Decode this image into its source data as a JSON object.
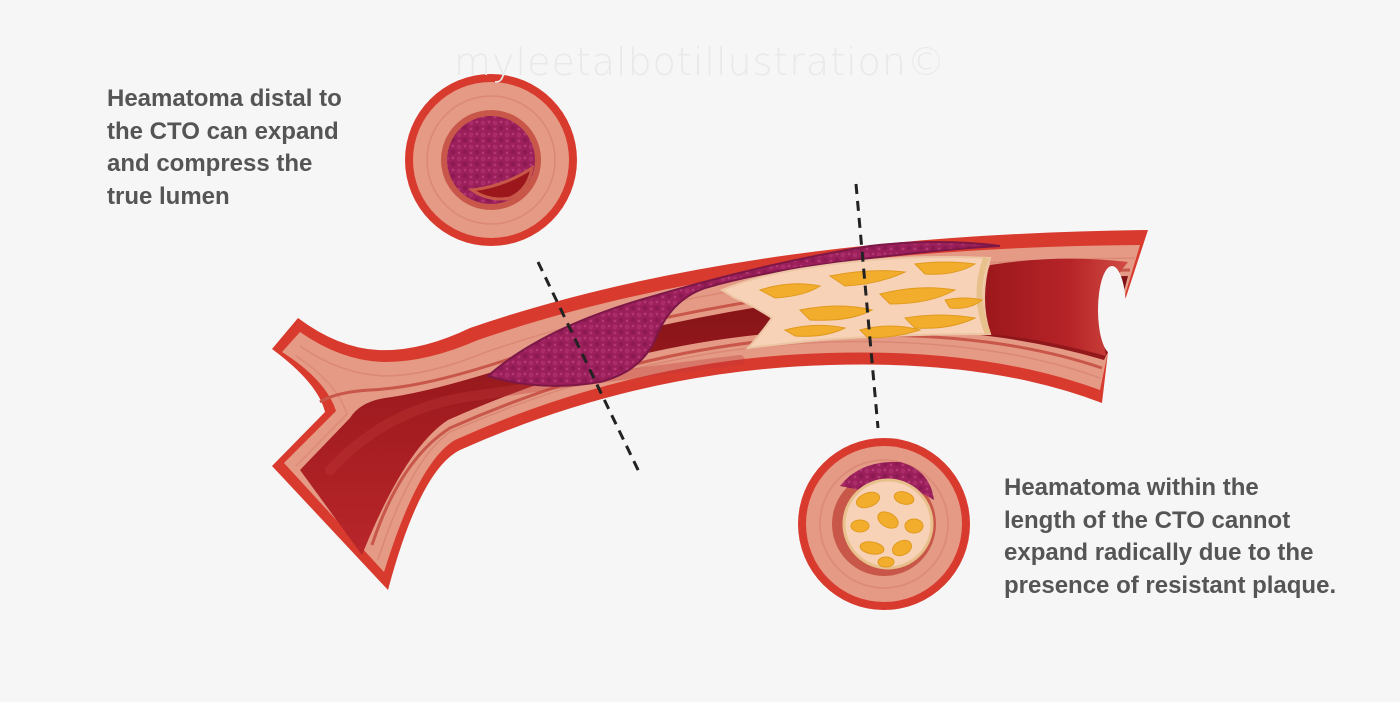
{
  "watermark": "myleetalbotillustration©",
  "captions": {
    "distal": {
      "lines": [
        "Heamatoma distal to",
        "the CTO can expand",
        "and compress the",
        "true lumen"
      ]
    },
    "within": {
      "lines": [
        "Heamatoma within the",
        "length of the CTO cannot",
        "expand radically due to the",
        "presence of resistant plaque."
      ]
    }
  },
  "colors": {
    "background": "#f6f6f6",
    "adventitia": "#d93a2e",
    "vessel_wall": "#e49a85",
    "lumen_blood": "#a31c1f",
    "haematoma": "#9a1f5a",
    "plaque_fibrous": "#f8d2b7",
    "plaque_lipid": "#f2ad2c",
    "caption_text": "#555555"
  }
}
